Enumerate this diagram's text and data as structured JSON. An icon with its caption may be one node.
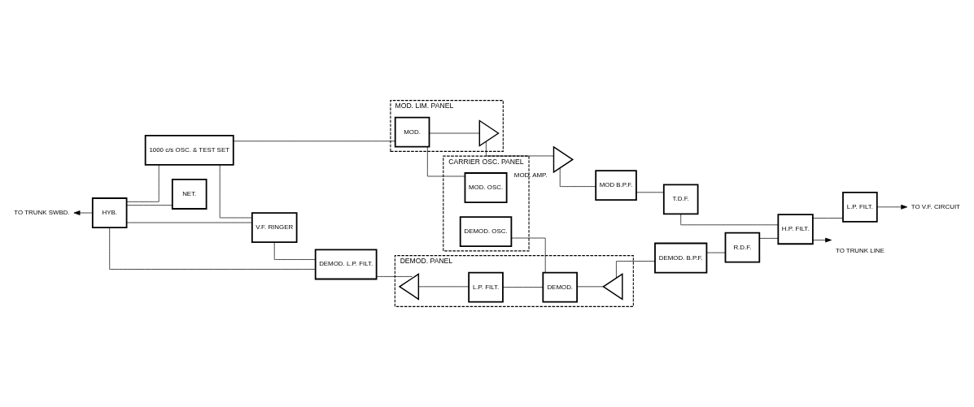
{
  "diagram": {
    "nodes": [
      {
        "text": [
          "MOD. LIM. PANEL"
        ]
      },
      {
        "text": [
          "MOD."
        ],
        "in": 0
      },
      {
        "text": [],
        "shape": "triangle",
        "in": 0
      },
      {
        "text": [
          "1000 c/s OSC. & TEST SET"
        ]
      },
      {
        "text": [
          "MOD. AMP."
        ]
      },
      {
        "text": [
          "MOD B.P.F."
        ]
      },
      {
        "text": [
          "T.D.F."
        ]
      },
      {
        "text": [
          "HYB."
        ]
      },
      {
        "text": [
          "NET."
        ]
      },
      {
        "text": [
          "CARRIER OSC. PANEL"
        ]
      },
      {
        "text": [
          "MOD. OSC."
        ],
        "in": 9
      },
      {
        "text": [
          "DEMOD. OSC."
        ],
        "in": 9
      },
      {
        "text": [
          "H.P. FILT."
        ]
      },
      {
        "text": [
          "V.F. RINGER"
        ]
      },
      {
        "text": [
          "DEMOD. PANEL"
        ]
      },
      {
        "text": [
          "DEMOD. L.P. FILT."
        ]
      },
      {
        "text": [],
        "shape": "triangle",
        "in": 14
      },
      {
        "text": [
          "L.P. FILT."
        ],
        "in": 14
      },
      {
        "text": [
          "DEMOD."
        ],
        "in": 14
      },
      {
        "text": [],
        "shape": "triangle",
        "in": 14
      },
      {
        "text": [
          "DEMOD. B.P.F."
        ]
      },
      {
        "text": [
          "R.D.F."
        ]
      },
      {
        "text": [
          "L.P. FILT."
        ]
      },
      {
        "text": [
          "TO TRUNK SWBD."
        ]
      },
      {
        "text": [
          "TO TRUNK LINE"
        ]
      },
      {
        "text": [
          "TO V.F. CIRCUIT"
        ]
      }
    ],
    "edges": [
      {
        "from": 7,
        "to": 23,
        "arrow": "to"
      },
      {
        "from": 7,
        "to": 8,
        "arrow": "none"
      },
      {
        "from": 7,
        "to": 3,
        "arrow": "none"
      },
      {
        "from": 7,
        "to": 13,
        "arrow": "none"
      },
      {
        "from": 7,
        "to": 15,
        "arrow": "none"
      },
      {
        "from": 3,
        "to": 13,
        "arrow": "none"
      },
      {
        "from": 13,
        "to": 15,
        "arrow": "none"
      },
      {
        "from": 3,
        "to": 1,
        "arrow": "none"
      },
      {
        "from": 1,
        "to": 2,
        "arrow": "none"
      },
      {
        "from": 2,
        "to": 4,
        "arrow": "none"
      },
      {
        "from": 4,
        "to": 5,
        "arrow": "none"
      },
      {
        "from": 5,
        "to": 6,
        "arrow": "none"
      },
      {
        "from": 6,
        "to": 12,
        "arrow": "none"
      },
      {
        "from": 1,
        "to": 10,
        "arrow": "none"
      },
      {
        "from": 11,
        "to": 18,
        "arrow": "none"
      },
      {
        "from": 15,
        "to": 16,
        "arrow": "none"
      },
      {
        "from": 16,
        "to": 17,
        "arrow": "none"
      },
      {
        "from": 17,
        "to": 18,
        "arrow": "none"
      },
      {
        "from": 18,
        "to": 19,
        "arrow": "none"
      },
      {
        "from": 19,
        "to": 20,
        "arrow": "none"
      },
      {
        "from": 20,
        "to": 21,
        "arrow": "none"
      },
      {
        "from": 21,
        "to": 12,
        "arrow": "none"
      },
      {
        "from": 12,
        "to": 24,
        "arrow": "to"
      },
      {
        "from": 12,
        "to": 22,
        "arrow": "none"
      },
      {
        "from": 22,
        "to": 25,
        "arrow": "to"
      }
    ]
  }
}
